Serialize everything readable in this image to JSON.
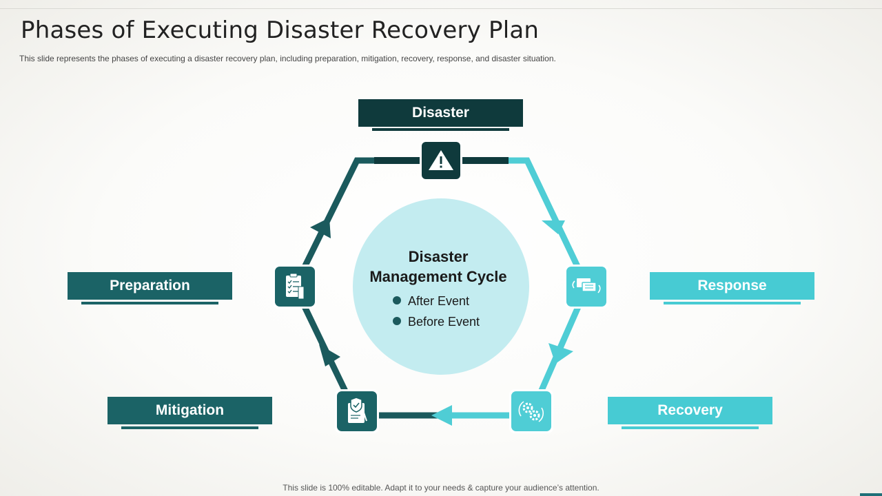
{
  "slide": {
    "title": "Phases of Executing Disaster Recovery Plan",
    "subtitle": "This slide represents the phases of executing a disaster recovery plan, including preparation, mitigation, recovery,  response, and disaster situation.",
    "footer": "This slide is 100% editable. Adapt it to your needs & capture your audience’s attention."
  },
  "phases": {
    "disaster": {
      "label": "Disaster",
      "icon": "warning-icon"
    },
    "response": {
      "label": "Response",
      "icon": "chat-bubbles-icon"
    },
    "recovery": {
      "label": "Recovery",
      "icon": "gears-cycle-icon"
    },
    "mitigation": {
      "label": "Mitigation",
      "icon": "shield-document-icon"
    },
    "preparation": {
      "label": "Preparation",
      "icon": "checklist-icon"
    }
  },
  "center": {
    "title_line1": "Disaster",
    "title_line2": "Management Cycle",
    "legend": [
      {
        "label": "After Event"
      },
      {
        "label": "Before Event"
      }
    ]
  },
  "colors": {
    "dark_teal": "#1b6366",
    "darkest_teal": "#0f3a3c",
    "light_teal": "#47cbd3",
    "circle_fill": "#c3ecf0"
  }
}
